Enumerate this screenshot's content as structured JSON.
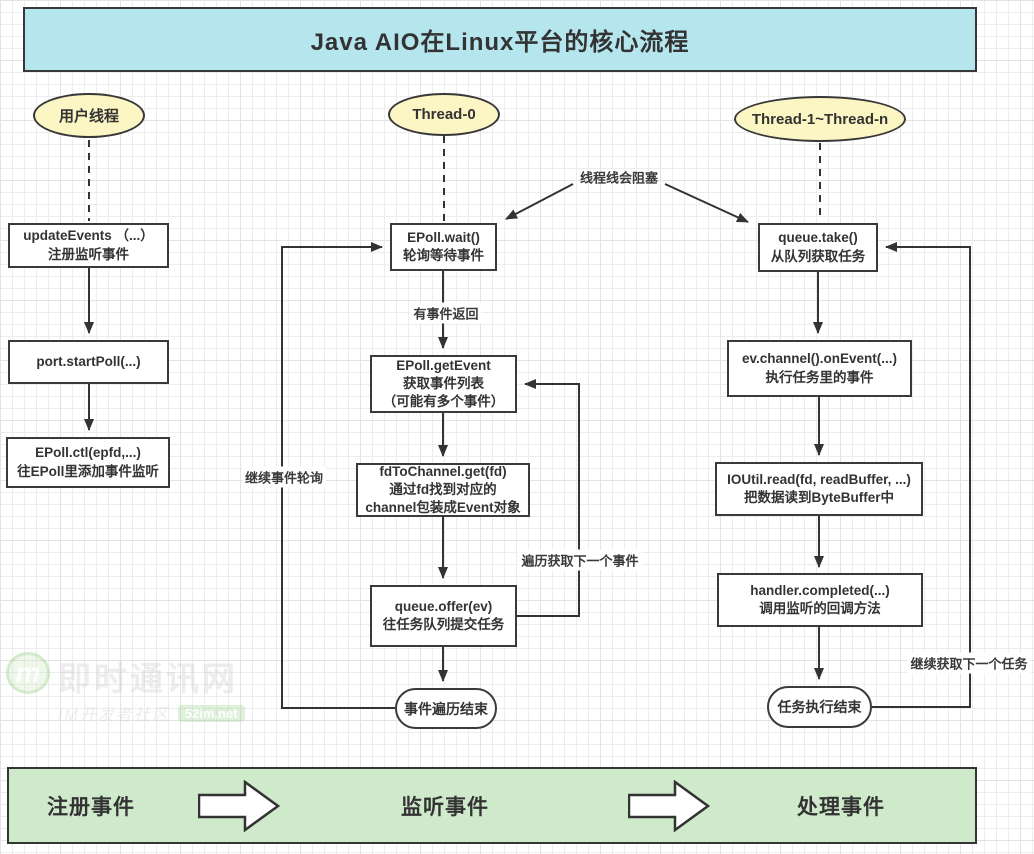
{
  "title": "Java AIO在Linux平台的核心流程",
  "threads": {
    "user": "用户线程",
    "t0": "Thread-0",
    "tn": "Thread-1~Thread-n"
  },
  "nodes": {
    "updateEvents": "updateEvents （...）\n注册监听事件",
    "startPoll": "port.startPoll(...)",
    "epollCtl": "EPoll.ctl(epfd,...)\n往EPoll里添加事件监听",
    "epollWait": "EPoll.wait()\n轮询等待事件",
    "getEvent": "EPoll.getEvent\n获取事件列表\n（可能有多个事件）",
    "fdToChannel": "fdToChannel.get(fd)\n通过fd找到对应的\nchannel包装成Event对象",
    "queueOffer": "queue.offer(ev)\n往任务队列提交任务",
    "eventLoopEnd": "事件遍历结束",
    "queueTake": "queue.take()\n从队列获取任务",
    "onEvent": "ev.channel().onEvent(...)\n执行任务里的事件",
    "ioutilRead": "IOUtil.read(fd, readBuffer, ...)\n把数据读到ByteBuffer中",
    "handlerCompleted": "handler.completed(...)\n调用监听的回调方法",
    "taskEnd": "任务执行结束"
  },
  "edge_labels": {
    "block": "线程线会阻塞",
    "eventReturn": "有事件返回",
    "continuePoll": "继续事件轮询",
    "nextEvent": "遍历获取下一个事件",
    "nextTask": "继续获取下一个任务"
  },
  "footer": {
    "steps": [
      "注册事件",
      "监听事件",
      "处理事件"
    ]
  },
  "watermark": {
    "logo": "m",
    "title": "即时通讯网",
    "subtitle": "IM开发者社区",
    "badge": "52im.net"
  },
  "colors": {
    "title_fill": "#b5e6ee",
    "ellipse_fill": "#fbf6c3",
    "footer_fill": "#cfe9cb",
    "node_fill": "#ffffff",
    "line": "#333333"
  }
}
